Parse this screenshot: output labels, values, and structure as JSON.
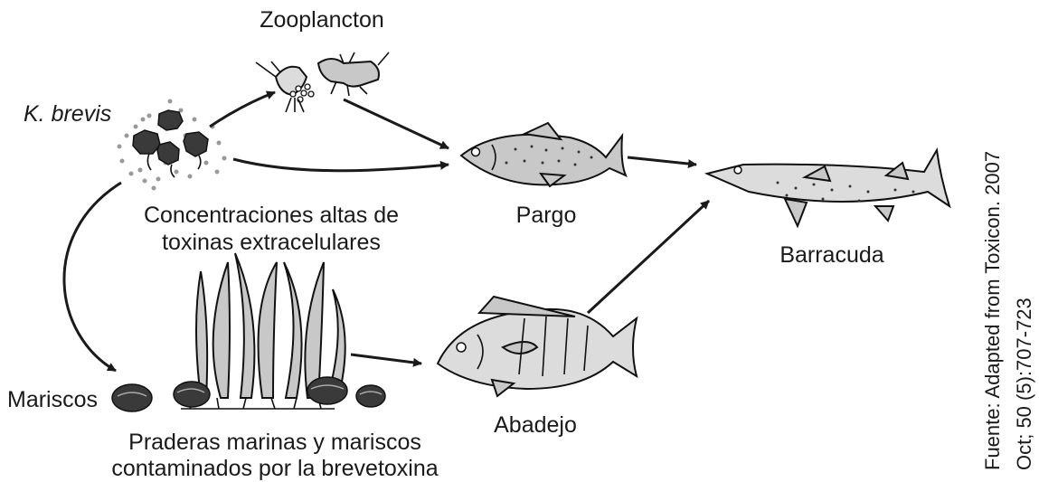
{
  "labels": {
    "k_brevis": "K. brevis",
    "zooplankton": "Zooplancton",
    "concentration_line1": "Concentraciones altas de",
    "concentration_line2": "toxinas extracelulares",
    "pargo": "Pargo",
    "barracuda": "Barracuda",
    "mariscos": "Mariscos",
    "abadejo": "Abadejo",
    "seagrass_line1": "Praderas marinas y mariscos",
    "seagrass_line2": "contaminados por la brevetoxina"
  },
  "source": {
    "line1": "Fuente: Adapted from Toxicon. 2007",
    "line2": "Oct; 50 (5):707-723"
  }
}
